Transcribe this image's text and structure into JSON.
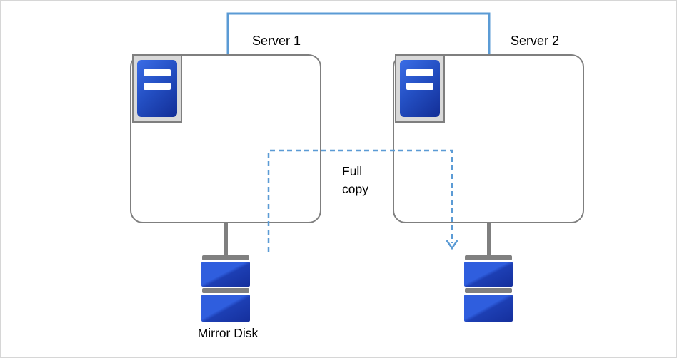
{
  "diagram": {
    "servers": [
      {
        "label": "Server 1"
      },
      {
        "label": "Server 2"
      }
    ],
    "arrow_label": "Full\ncopy",
    "mirror_disk_label": "Mirror Disk",
    "colors": {
      "link_line_blue": "#5b9bd5",
      "dashed_arrow_blue": "#5b9bd5",
      "box_border_gray": "#7f7f7f",
      "icon_panel_gray": "#d9d9d9",
      "server_icon_blue": "#2450c4",
      "disk_blue": "#1d3fb4",
      "disk_bar_gray": "#808080"
    }
  }
}
